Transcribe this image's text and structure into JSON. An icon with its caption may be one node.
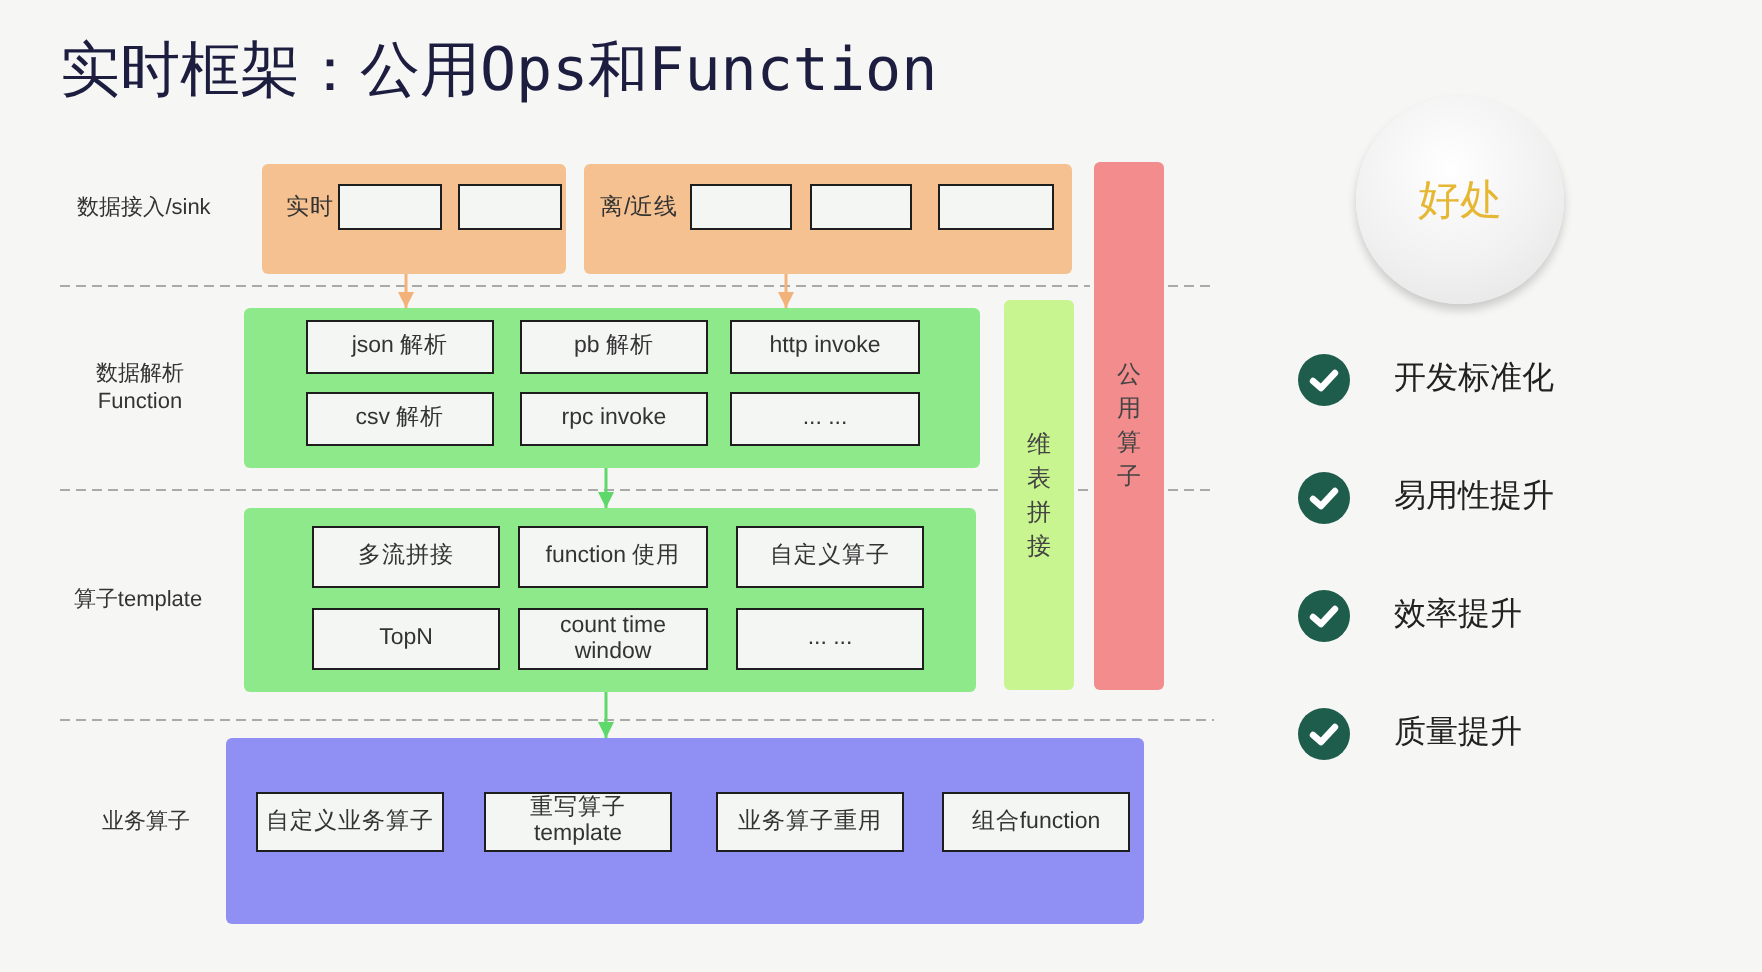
{
  "diagram": {
    "title": "实时框架：公用Ops和Function",
    "nodes": [
      {
        "text": [
          "实时"
        ]
      },
      {
        "text": [],
        "shape": "box",
        "in": 0
      },
      {
        "text": [],
        "shape": "box",
        "in": 0
      },
      {
        "text": [
          "离/近线"
        ]
      },
      {
        "text": [],
        "shape": "box",
        "in": 3
      },
      {
        "text": [],
        "shape": "box",
        "in": 3
      },
      {
        "text": [],
        "shape": "box",
        "in": 3
      },
      {
        "text": [],
        "shape": "box"
      },
      {
        "text": [
          "json 解析"
        ],
        "in": 7
      },
      {
        "text": [
          "pb 解析"
        ],
        "in": 7
      },
      {
        "text": [
          "http invoke"
        ],
        "in": 7
      },
      {
        "text": [
          "csv 解析"
        ],
        "in": 7
      },
      {
        "text": [
          "rpc invoke"
        ],
        "in": 7
      },
      {
        "text": [
          "... ..."
        ],
        "in": 7
      },
      {
        "text": [],
        "shape": "box"
      },
      {
        "text": [
          "多流拼接"
        ],
        "in": 14
      },
      {
        "text": [
          "function 使用"
        ],
        "in": 14
      },
      {
        "text": [
          "自定义算子"
        ],
        "in": 14
      },
      {
        "text": [
          "TopN"
        ],
        "in": 14
      },
      {
        "text": [
          "count time window"
        ],
        "in": 14
      },
      {
        "text": [
          "... ..."
        ],
        "in": 14
      },
      {
        "text": [
          "维表拼接"
        ]
      },
      {
        "text": [
          "公用算子"
        ]
      },
      {
        "text": [],
        "shape": "box"
      },
      {
        "text": [
          "自定义业务算子"
        ],
        "in": 23
      },
      {
        "text": [
          "重写算子 template"
        ],
        "in": 23
      },
      {
        "text": [
          "业务算子重用"
        ],
        "in": 23
      },
      {
        "text": [
          "组合function"
        ],
        "in": 23
      },
      {
        "text": [
          "好处"
        ]
      }
    ],
    "edges": [
      {
        "from": 0,
        "to": 7,
        "arrow": "to",
        "color": "#f2b27a"
      },
      {
        "from": 3,
        "to": 7,
        "arrow": "to",
        "color": "#f2b27a"
      },
      {
        "from": 7,
        "to": 14,
        "arrow": "to",
        "color": "#5fd86a"
      },
      {
        "from": 14,
        "to": 23,
        "arrow": "to",
        "color": "#5fd86a"
      }
    ],
    "labels": [
      "数据接入/sink",
      "数据解析 Function",
      "算子template",
      "业务算子",
      "开发标准化",
      "易用性提升",
      "效率提升",
      "质量提升"
    ]
  }
}
